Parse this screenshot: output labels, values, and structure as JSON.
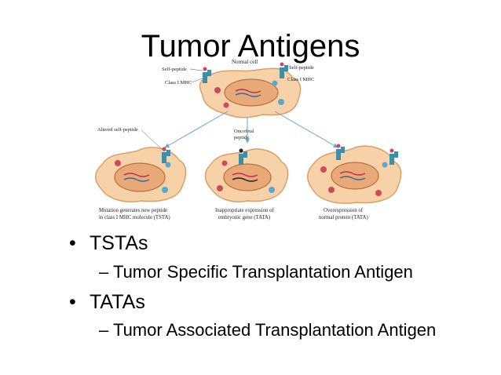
{
  "slide": {
    "title": "Tumor Antigens",
    "bullets": [
      {
        "label": "TSTAs",
        "sub": "Tumor Specific Transplantation Antigen"
      },
      {
        "label": "TATAs",
        "sub": "Tumor Associated Transplantation Antigen"
      }
    ]
  },
  "diagram": {
    "labels": {
      "normal_cell": "Normal cell",
      "self_peptide_left": "Self-peptide",
      "class_mhc_left": "Class I MHC",
      "self_peptide_right": "Self-peptide",
      "class_mhc_right": "Class I MHC",
      "altered_peptide": "Altered self-peptide",
      "oncofetal_1": "Oncofetal",
      "oncofetal_2": "peptide"
    },
    "captions": {
      "left_1": "Mutation generates new peptide",
      "left_2": "in class I MHC molecule (TSTA)",
      "middle_1": "Inappropriate expression of",
      "middle_2": "embryonic gene (TATA)",
      "right_1": "Overexpression of",
      "right_2": "normal protein (TATA)"
    },
    "colors": {
      "cell_fill": "#f7d1a8",
      "cell_stroke": "#d9a06a",
      "nucleus_fill": "#e8a878",
      "nucleus_stroke": "#b5703e",
      "mhc": "#3d8fa8",
      "arrow": "#6aa8c8",
      "red_blob": "#d04a5a",
      "blue_blob": "#5aa8d0"
    }
  }
}
